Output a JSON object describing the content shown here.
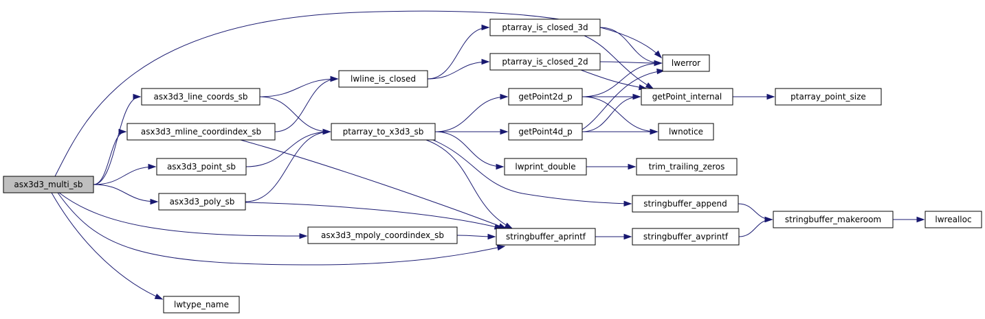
{
  "graph": {
    "type": "call-graph",
    "root": "asx3d3_multi_sb",
    "colors": {
      "edge": "#191970",
      "root_fill": "#bfbfbf",
      "node_fill": "#ffffff",
      "node_border": "#000000"
    },
    "nodes": [
      {
        "id": "asx3d3_multi_sb",
        "label": "asx3d3_multi_sb"
      },
      {
        "id": "lwerror",
        "label": "lwerror"
      },
      {
        "id": "asx3d3_line_coords_sb",
        "label": "asx3d3_line_coords_sb"
      },
      {
        "id": "asx3d3_mline_coordindex_sb",
        "label": "asx3d3_mline_coordindex_sb"
      },
      {
        "id": "asx3d3_point_sb",
        "label": "asx3d3_point_sb"
      },
      {
        "id": "asx3d3_poly_sb",
        "label": "asx3d3_poly_sb"
      },
      {
        "id": "asx3d3_mpoly_coordindex_sb",
        "label": "asx3d3_mpoly_coordindex_sb"
      },
      {
        "id": "lwtype_name",
        "label": "lwtype_name"
      },
      {
        "id": "lwline_is_closed",
        "label": "lwline_is_closed"
      },
      {
        "id": "ptarray_to_x3d3_sb",
        "label": "ptarray_to_x3d3_sb"
      },
      {
        "id": "ptarray_is_closed_3d",
        "label": "ptarray_is_closed_3d"
      },
      {
        "id": "ptarray_is_closed_2d",
        "label": "ptarray_is_closed_2d"
      },
      {
        "id": "getPoint2d_p",
        "label": "getPoint2d_p"
      },
      {
        "id": "getPoint4d_p",
        "label": "getPoint4d_p"
      },
      {
        "id": "lwprint_double",
        "label": "lwprint_double"
      },
      {
        "id": "stringbuffer_aprintf",
        "label": "stringbuffer_aprintf"
      },
      {
        "id": "getPoint_internal",
        "label": "getPoint_internal"
      },
      {
        "id": "lwnotice",
        "label": "lwnotice"
      },
      {
        "id": "trim_trailing_zeros",
        "label": "trim_trailing_zeros"
      },
      {
        "id": "stringbuffer_append",
        "label": "stringbuffer_append"
      },
      {
        "id": "stringbuffer_avprintf",
        "label": "stringbuffer_avprintf"
      },
      {
        "id": "ptarray_point_size",
        "label": "ptarray_point_size"
      },
      {
        "id": "stringbuffer_makeroom",
        "label": "stringbuffer_makeroom"
      },
      {
        "id": "lwrealloc",
        "label": "lwrealloc"
      }
    ],
    "edges": [
      {
        "from": "asx3d3_multi_sb",
        "to": "lwerror"
      },
      {
        "from": "asx3d3_multi_sb",
        "to": "asx3d3_line_coords_sb"
      },
      {
        "from": "asx3d3_multi_sb",
        "to": "asx3d3_mline_coordindex_sb"
      },
      {
        "from": "asx3d3_multi_sb",
        "to": "asx3d3_point_sb"
      },
      {
        "from": "asx3d3_multi_sb",
        "to": "asx3d3_poly_sb"
      },
      {
        "from": "asx3d3_multi_sb",
        "to": "asx3d3_mpoly_coordindex_sb"
      },
      {
        "from": "asx3d3_multi_sb",
        "to": "stringbuffer_aprintf"
      },
      {
        "from": "asx3d3_multi_sb",
        "to": "lwtype_name"
      },
      {
        "from": "asx3d3_line_coords_sb",
        "to": "lwline_is_closed"
      },
      {
        "from": "asx3d3_line_coords_sb",
        "to": "ptarray_to_x3d3_sb"
      },
      {
        "from": "asx3d3_mline_coordindex_sb",
        "to": "lwline_is_closed"
      },
      {
        "from": "asx3d3_mline_coordindex_sb",
        "to": "stringbuffer_aprintf"
      },
      {
        "from": "asx3d3_point_sb",
        "to": "ptarray_to_x3d3_sb"
      },
      {
        "from": "asx3d3_poly_sb",
        "to": "ptarray_to_x3d3_sb"
      },
      {
        "from": "asx3d3_poly_sb",
        "to": "stringbuffer_aprintf"
      },
      {
        "from": "asx3d3_mpoly_coordindex_sb",
        "to": "stringbuffer_aprintf"
      },
      {
        "from": "lwline_is_closed",
        "to": "ptarray_is_closed_3d"
      },
      {
        "from": "lwline_is_closed",
        "to": "ptarray_is_closed_2d"
      },
      {
        "from": "ptarray_is_closed_3d",
        "to": "lwerror"
      },
      {
        "from": "ptarray_is_closed_3d",
        "to": "getPoint_internal"
      },
      {
        "from": "ptarray_is_closed_2d",
        "to": "lwerror"
      },
      {
        "from": "ptarray_is_closed_2d",
        "to": "getPoint_internal"
      },
      {
        "from": "ptarray_to_x3d3_sb",
        "to": "getPoint2d_p"
      },
      {
        "from": "ptarray_to_x3d3_sb",
        "to": "getPoint4d_p"
      },
      {
        "from": "ptarray_to_x3d3_sb",
        "to": "lwprint_double"
      },
      {
        "from": "ptarray_to_x3d3_sb",
        "to": "stringbuffer_aprintf"
      },
      {
        "from": "ptarray_to_x3d3_sb",
        "to": "stringbuffer_append"
      },
      {
        "from": "getPoint2d_p",
        "to": "lwerror"
      },
      {
        "from": "getPoint2d_p",
        "to": "getPoint_internal"
      },
      {
        "from": "getPoint2d_p",
        "to": "lwnotice"
      },
      {
        "from": "getPoint4d_p",
        "to": "lwerror"
      },
      {
        "from": "getPoint4d_p",
        "to": "getPoint_internal"
      },
      {
        "from": "getPoint4d_p",
        "to": "lwnotice"
      },
      {
        "from": "getPoint_internal",
        "to": "ptarray_point_size"
      },
      {
        "from": "lwprint_double",
        "to": "trim_trailing_zeros"
      },
      {
        "from": "stringbuffer_aprintf",
        "to": "stringbuffer_avprintf"
      },
      {
        "from": "stringbuffer_append",
        "to": "stringbuffer_makeroom"
      },
      {
        "from": "stringbuffer_avprintf",
        "to": "stringbuffer_makeroom"
      },
      {
        "from": "stringbuffer_makeroom",
        "to": "lwrealloc"
      }
    ]
  }
}
